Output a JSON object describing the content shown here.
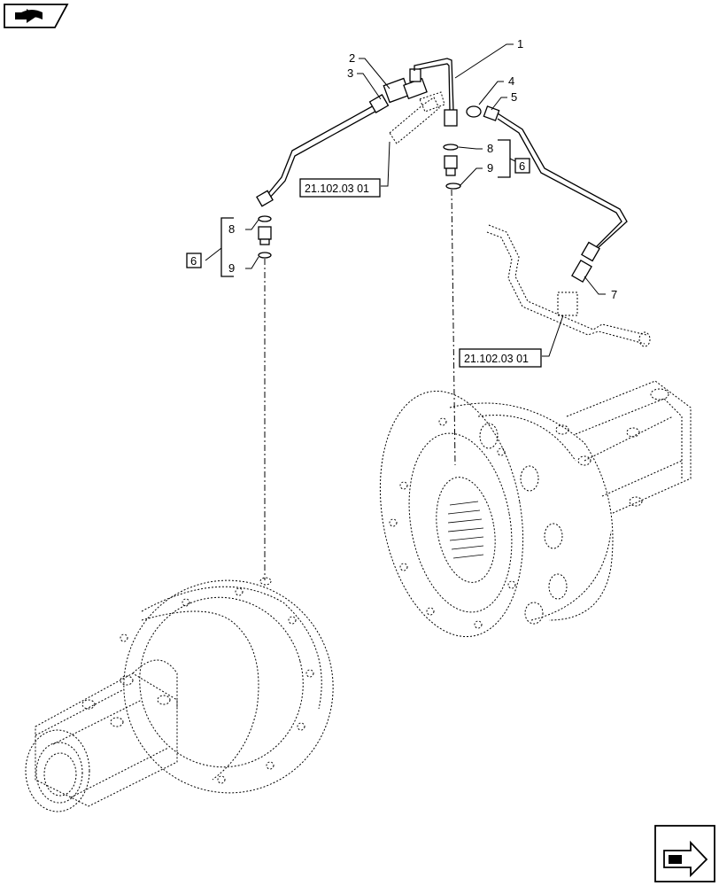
{
  "callouts": [
    "1",
    "2",
    "3",
    "4",
    "5",
    "6",
    "7",
    "8",
    "9"
  ],
  "group_labels": {
    "left": {
      "box": "6",
      "upper": "8",
      "lower": "9"
    },
    "right": {
      "box": "6",
      "upper": "8",
      "lower": "9"
    }
  },
  "references": {
    "bracket": "21.102.03 01",
    "pipe": "21.102.03 01"
  },
  "icons": {
    "top_left": "book-arrow-icon",
    "bottom_right": "next-page-arrow-icon"
  }
}
